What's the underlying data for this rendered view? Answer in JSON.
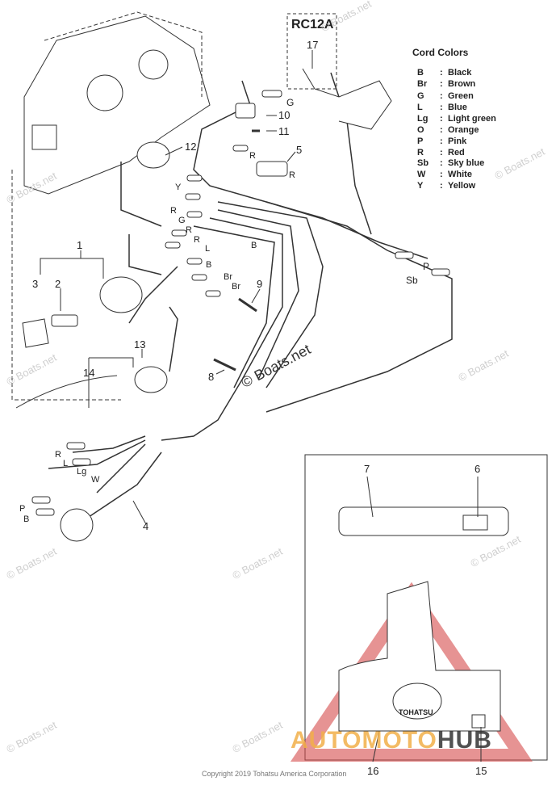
{
  "model_code": "RC12A",
  "cord_colors": {
    "title": "Cord Colors",
    "items": [
      {
        "code": "B",
        "name": "Black"
      },
      {
        "code": "Br",
        "name": "Brown"
      },
      {
        "code": "G",
        "name": "Green"
      },
      {
        "code": "L",
        "name": "Blue"
      },
      {
        "code": "Lg",
        "name": "Light green"
      },
      {
        "code": "O",
        "name": "Orange"
      },
      {
        "code": "P",
        "name": "Pink"
      },
      {
        "code": "R",
        "name": "Red"
      },
      {
        "code": "Sb",
        "name": "Sky blue"
      },
      {
        "code": "W",
        "name": "White"
      },
      {
        "code": "Y",
        "name": "Yellow"
      }
    ]
  },
  "part_numbers": [
    "1",
    "2",
    "3",
    "4",
    "5",
    "6",
    "7",
    "8",
    "9",
    "10",
    "11",
    "12",
    "13",
    "14",
    "15",
    "16",
    "17"
  ],
  "wire_labels": {
    "top_g": "G",
    "top_r": "R",
    "r_near5": "R",
    "y_left": "Y",
    "stack_r1": "R",
    "stack_g": "G",
    "stack_r2": "R",
    "stack_r3": "R",
    "l_mid": "L",
    "b_mid": "B",
    "b_low": "B",
    "br1": "Br",
    "br2": "Br",
    "p_right": "P",
    "sb_right": "Sb",
    "harness_r": "R",
    "harness_l": "L",
    "harness_lg": "Lg",
    "harness_w": "W",
    "plug_p": "P",
    "plug_b": "B"
  },
  "watermark": "© Boats.net",
  "brand_logo": "TOHATSU",
  "footer": {
    "copyright": "Copyright 2019 Tohatsu America Corporation",
    "site_watermark_left": "AUTOMOTO",
    "site_watermark_right": "HUB"
  },
  "colors": {
    "line": "#333333",
    "watermark": "#cfcfcf",
    "triangle": "#d64b4b",
    "hub": "#f2b04a"
  }
}
